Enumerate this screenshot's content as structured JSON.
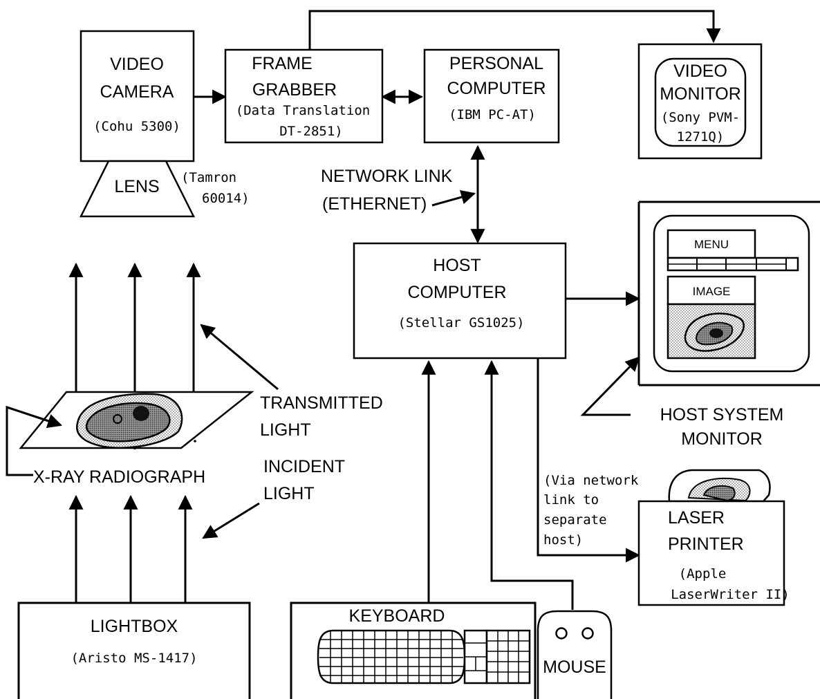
{
  "video_camera": {
    "line1": "VIDEO",
    "line2": "CAMERA",
    "model": "(Cohu  5300)"
  },
  "lens": {
    "label": "LENS",
    "model_line1": "(Tamron",
    "model_line2": "60014)"
  },
  "frame_grabber": {
    "line1": "FRAME",
    "line2": "GRABBER",
    "model_line1": "(Data Translation",
    "model_line2": "DT-2851)"
  },
  "personal_computer": {
    "line1": "PERSONAL",
    "line2": "COMPUTER",
    "model": "(IBM  PC-AT)"
  },
  "video_monitor": {
    "line1": "VIDEO",
    "line2": "MONITOR",
    "model_line1": "(Sony  PVM-",
    "model_line2": "1271Q)"
  },
  "network_link": {
    "line1": "NETWORK LINK",
    "line2": "(ETHERNET)"
  },
  "host_computer": {
    "line1": "HOST",
    "line2": "COMPUTER",
    "model": "(Stellar  GS1025)"
  },
  "host_monitor": {
    "menu": "MENU",
    "image": "IMAGE",
    "label_line1": "HOST SYSTEM",
    "label_line2": "MONITOR"
  },
  "transmitted_light": {
    "line1": "TRANSMITTED",
    "line2": "LIGHT"
  },
  "incident_light": {
    "line1": "INCIDENT",
    "line2": "LIGHT"
  },
  "radiograph": {
    "label": "X-RAY RADIOGRAPH"
  },
  "printer_note": {
    "line1": "(Via  network",
    "line2": "link  to",
    "line3": "separate",
    "line4": "host)"
  },
  "laser_printer": {
    "line1": "LASER",
    "line2": "PRINTER",
    "model_line1": "(Apple",
    "model_line2": "LaserWriter  II)"
  },
  "lightbox": {
    "label": "LIGHTBOX",
    "model": "(Aristo  MS-1417)"
  },
  "keyboard": {
    "label": "KEYBOARD"
  },
  "mouse": {
    "label": "MOUSE"
  }
}
